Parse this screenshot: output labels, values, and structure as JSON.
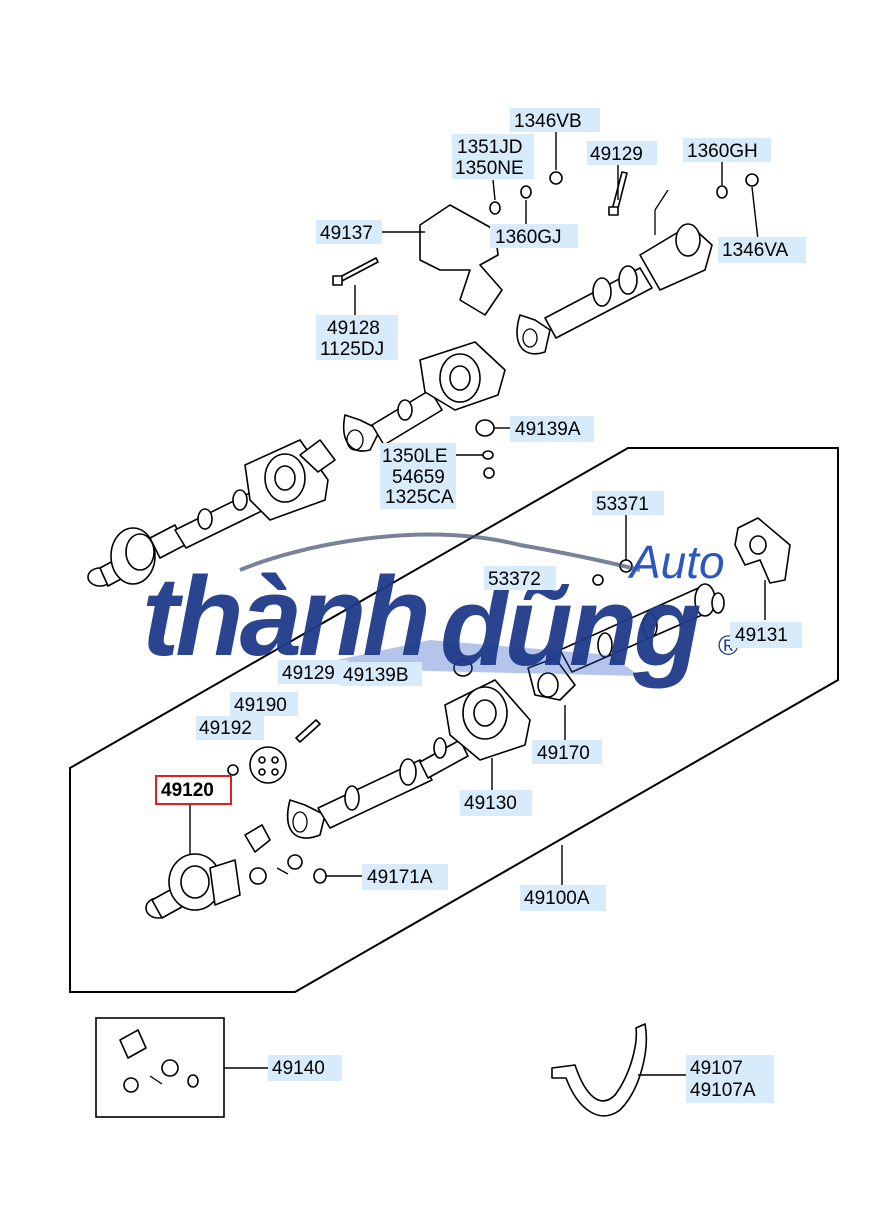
{
  "diagram": {
    "part_labels": {
      "p1346VB": "1346VB",
      "p1351JD": "1351JD",
      "p1350NE": "1350NE",
      "p49129top": "49129",
      "p1360GH": "1360GH",
      "p49137": "49137",
      "p1360GJ": "1360GJ",
      "p1346VA": "1346VA",
      "p49128": "49128",
      "p1125DJ": "1125DJ",
      "p49139A": "49139A",
      "p1350LE": "1350LE",
      "p54659": "54659",
      "p1325CA": "1325CA",
      "p53371": "53371",
      "p53372": "53372",
      "p49131": "49131",
      "p49129mid": "49129",
      "p49139B": "49139B",
      "p49190": "49190",
      "p49192": "49192",
      "p49120": "49120",
      "p49130": "49130",
      "p49170": "49170",
      "p49171A": "49171A",
      "p49100A": "49100A",
      "p49140": "49140",
      "p49107": "49107",
      "p49107A": "49107A"
    },
    "highlighted_part": "49120",
    "highlight_color": "#e0201e",
    "label_background": "#d7ebfa"
  },
  "watermark": {
    "brand_a": "thành",
    "brand_b": "dũng",
    "suffix": "Auto",
    "registered": "®",
    "color": "#1f3a8a"
  }
}
